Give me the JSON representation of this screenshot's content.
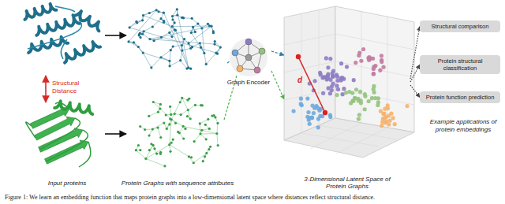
{
  "diagram": {
    "caption": "Figure 1: We learn an embedding function that maps protein graphs into a low-dimensional latent space where distances reflect structural distance.",
    "nodes": [
      {
        "text": [
          "Graph Encoder"
        ]
      },
      {
        "text": [
          "3-Dimensional Latent Space of Protein Graphs"
        ]
      },
      {
        "text": [
          "Structural comparison"
        ]
      },
      {
        "text": [
          "Protein structural classification"
        ]
      },
      {
        "text": [
          "Protein function prediction"
        ]
      }
    ],
    "edges": [
      {
        "from": 0,
        "to": 1,
        "arrow": "to"
      },
      {
        "from": 0,
        "to": 1,
        "arrow": "to"
      },
      {
        "from": 1,
        "to": 2,
        "arrow": "to"
      },
      {
        "from": 1,
        "to": 3,
        "arrow": "to"
      },
      {
        "from": 1,
        "to": 4,
        "arrow": "to"
      }
    ],
    "labels": [
      "Structural Distance",
      "Input proteins",
      "Protein Graphs with sequence attributes",
      "d",
      "Example applications of protein embeddings"
    ]
  }
}
